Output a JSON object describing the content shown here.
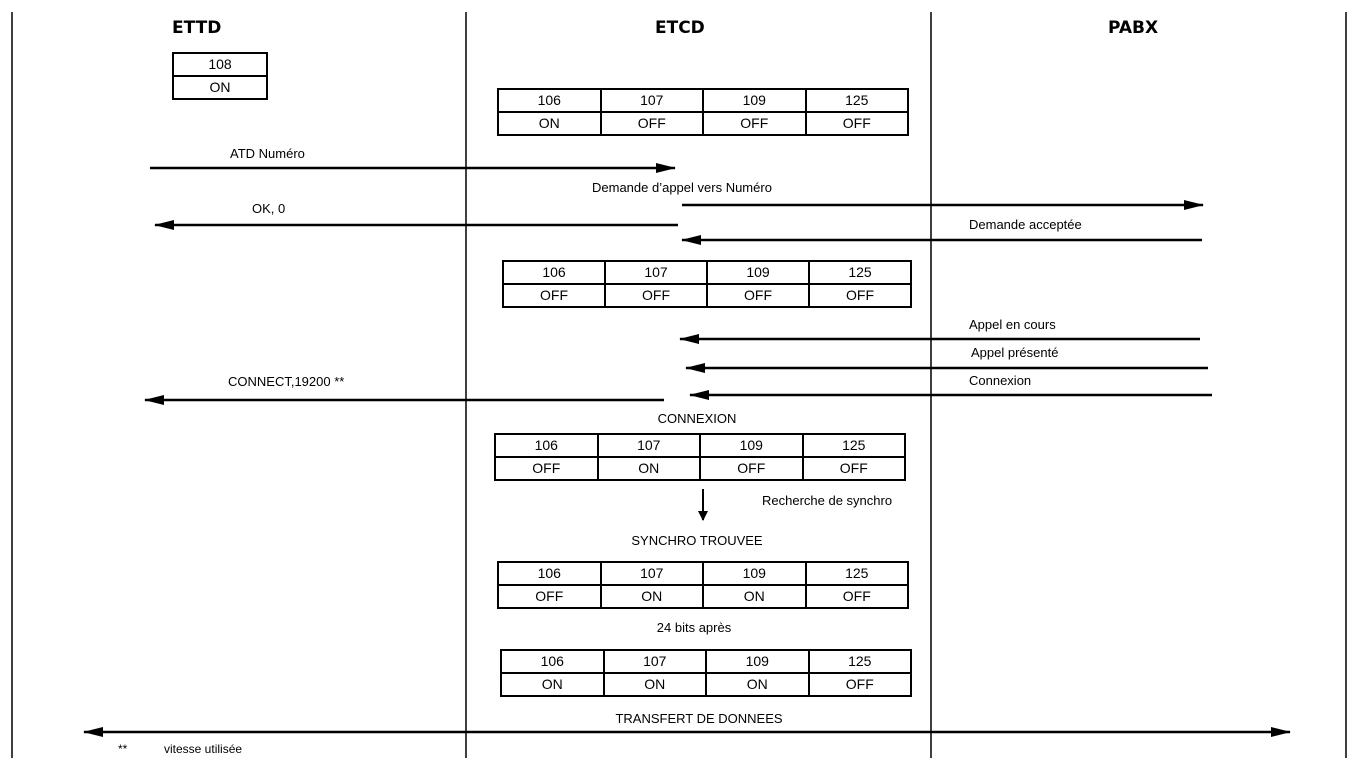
{
  "lanes": {
    "ettd": "ETTD",
    "etcd": "ETCD",
    "pabx": "PABX"
  },
  "ettd_state": {
    "header": "108",
    "value": "ON"
  },
  "circuit_headers": [
    "106",
    "107",
    "109",
    "125"
  ],
  "tables": [
    {
      "values": [
        "ON",
        "OFF",
        "OFF",
        "OFF"
      ]
    },
    {
      "values": [
        "OFF",
        "OFF",
        "OFF",
        "OFF"
      ]
    },
    {
      "values": [
        "OFF",
        "ON",
        "OFF",
        "OFF"
      ]
    },
    {
      "values": [
        "OFF",
        "ON",
        "ON",
        "OFF"
      ]
    },
    {
      "values": [
        "ON",
        "ON",
        "ON",
        "OFF"
      ]
    }
  ],
  "messages": {
    "atd": "ATD Numéro",
    "demande_appel": "Demande d’appel vers Numéro",
    "ok": "OK, 0",
    "demande_acceptee": "Demande acceptée",
    "appel_en_cours": "Appel en cours",
    "appel_presente": "Appel présenté",
    "connexion_msg": "Connexion",
    "connect": "CONNECT,19200 **",
    "connexion_state": "CONNEXION",
    "recherche": "Recherche de synchro",
    "synchro": "SYNCHRO TROUVEE",
    "bits": "24 bits après",
    "transfert": "TRANSFERT DE DONNEES"
  },
  "footnote": {
    "mark": "**",
    "text": "vitesse utilisée"
  }
}
